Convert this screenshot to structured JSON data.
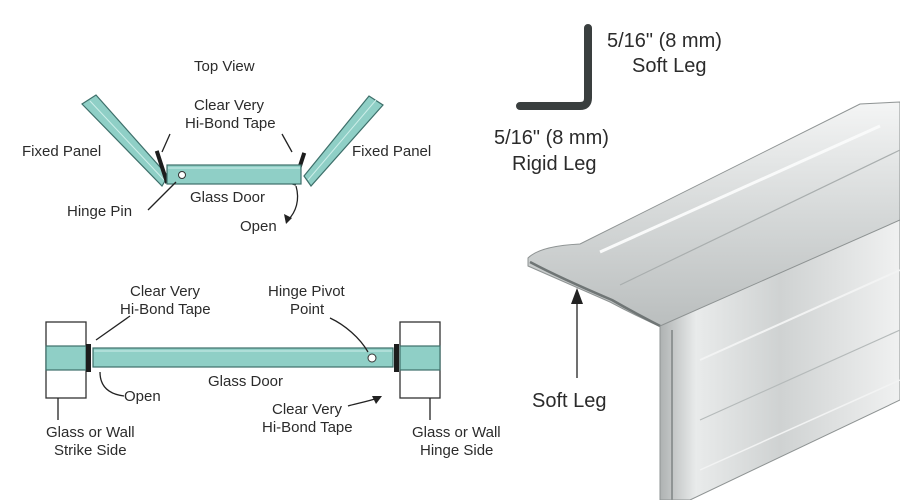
{
  "top_view": {
    "title": "Top View",
    "tape_label": [
      "Clear Very",
      "Hi-Bond Tape"
    ],
    "fixed_panel_left": "Fixed Panel",
    "fixed_panel_right": "Fixed Panel",
    "hinge_pin": "Hinge Pin",
    "glass_door": "Glass Door",
    "open": "Open"
  },
  "front_view": {
    "tape_label_left": [
      "Clear Very",
      "Hi-Bond Tape"
    ],
    "hinge_pivot": [
      "Hinge Pivot",
      "Point"
    ],
    "glass_door": "Glass Door",
    "open": "Open",
    "tape_label_right": [
      "Clear Very",
      "Hi-Bond Tape"
    ],
    "strike_side": [
      "Glass or Wall",
      "Strike Side"
    ],
    "hinge_side": [
      "Glass or Wall",
      "Hinge Side"
    ]
  },
  "profile": {
    "soft_leg_dim": "5/16\" (8 mm)",
    "soft_leg_label": "Soft Leg",
    "rigid_leg_dim": "5/16\" (8 mm)",
    "rigid_leg_label": "Rigid Leg"
  },
  "product": {
    "soft_leg_callout": "Soft Leg"
  },
  "colors": {
    "glass": "#8fcfc6",
    "tape": "#1d1d1d",
    "extrusion": "#c9cccc"
  }
}
